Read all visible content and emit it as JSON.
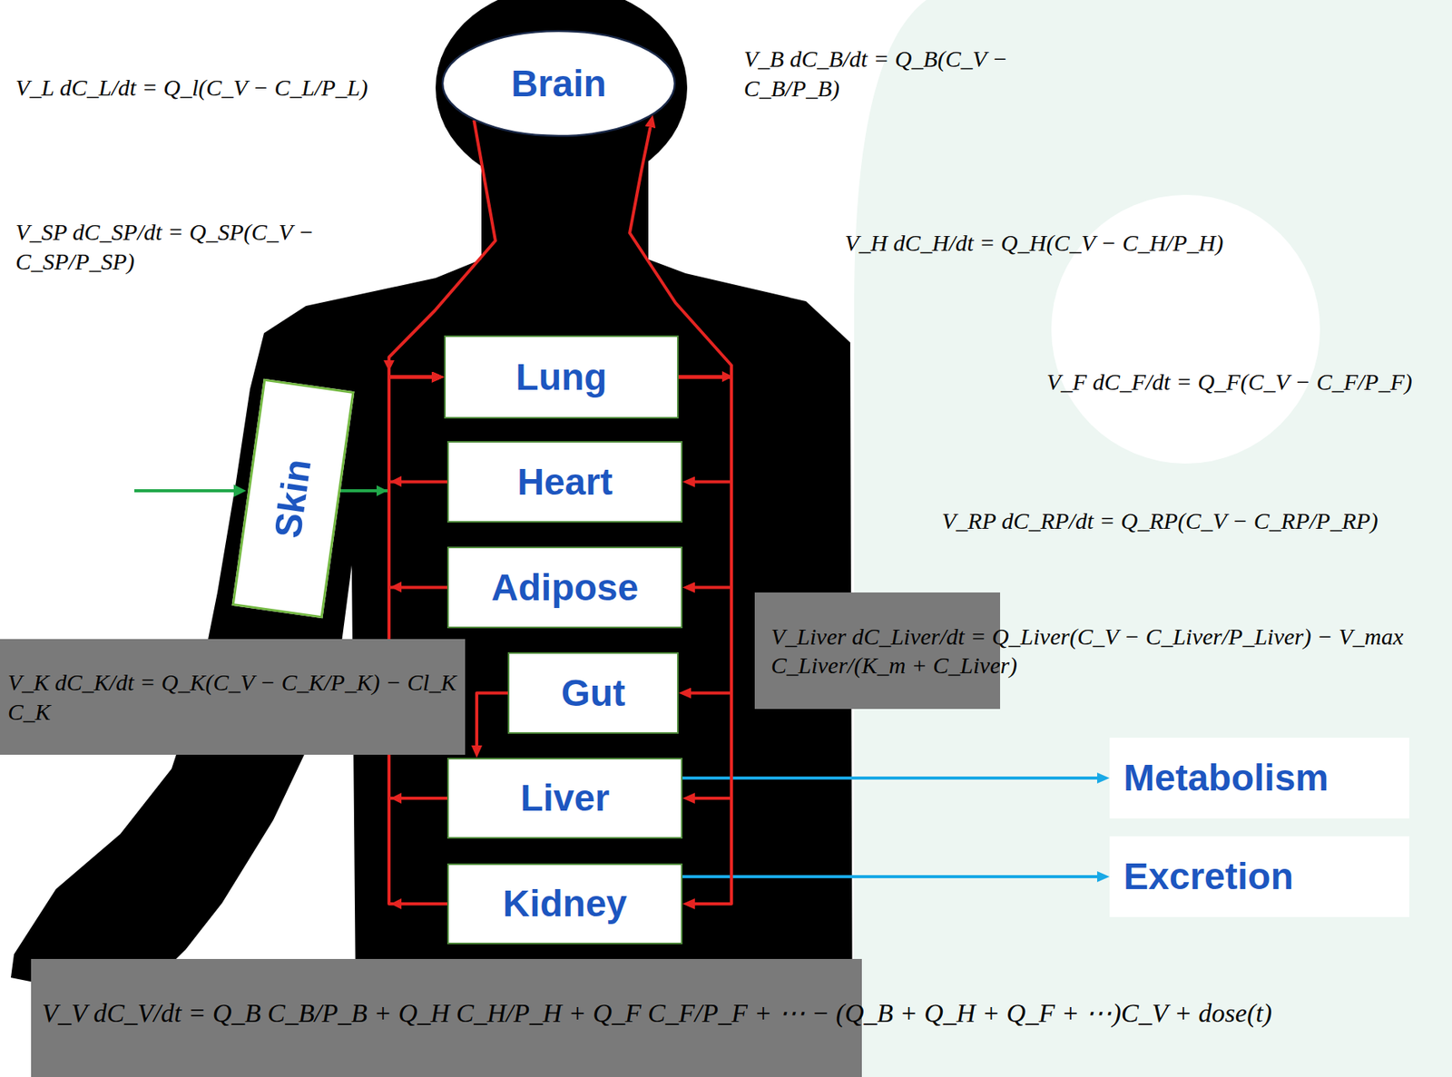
{
  "diagram": {
    "nodes": [
      {
        "text": [
          "Brain"
        ]
      },
      {
        "text": [
          "Lung"
        ]
      },
      {
        "text": [
          "Heart"
        ]
      },
      {
        "text": [
          "Skin"
        ]
      },
      {
        "text": [
          "Adipose"
        ]
      },
      {
        "text": [
          "Gut"
        ]
      },
      {
        "text": [
          "Liver"
        ]
      },
      {
        "text": [
          "Metabolism"
        ]
      },
      {
        "text": [
          "Kidney"
        ]
      },
      {
        "text": [
          "Excretion"
        ]
      }
    ],
    "edges": [
      {
        "from": 1,
        "to": 0,
        "arrow": "to"
      },
      {
        "from": 0,
        "to": 1,
        "arrow": "to"
      },
      {
        "from": 1,
        "to": 2,
        "arrow": "to"
      },
      {
        "from": 2,
        "to": 1,
        "arrow": "to"
      },
      {
        "from": 3,
        "to": 1,
        "arrow": "to"
      },
      {
        "from": 1,
        "to": 4,
        "arrow": "to"
      },
      {
        "from": 4,
        "to": 1,
        "arrow": "to"
      },
      {
        "from": 1,
        "to": 5,
        "arrow": "to"
      },
      {
        "from": 5,
        "to": 6,
        "arrow": "to"
      },
      {
        "from": 1,
        "to": 6,
        "arrow": "to"
      },
      {
        "from": 6,
        "to": 1,
        "arrow": "to"
      },
      {
        "from": 6,
        "to": 7,
        "arrow": "to"
      },
      {
        "from": 1,
        "to": 8,
        "arrow": "to"
      },
      {
        "from": 8,
        "to": 1,
        "arrow": "to"
      },
      {
        "from": 8,
        "to": 9,
        "arrow": "to"
      }
    ],
    "labels": [
      "V_L dC_L/dt = Q_l(C_V − C_L/P_L)",
      "V_B dC_B/dt = Q_B(C_V − C_B/P_B)",
      "V_SP dC_SP/dt = Q_SP(C_V − C_SP/P_SP)",
      "V_H dC_H/dt = Q_H(C_V − C_H/P_H)",
      "V_F dC_F/dt = Q_F(C_V − C_F/P_F)",
      "V_RP dC_RP/dt = Q_RP(C_V − C_RP/P_RP)",
      "V_Liver dC_Liver/dt = Q_Liver(C_V − C_Liver/P_Liver) − V_max C_Liver/(K_m + C_Liver)",
      "V_K dC_K/dt = Q_K(C_V − C_K/P_K) − Cl_K C_K",
      "V_V dC_V/dt = Q_B C_B/P_B + Q_H C_H/P_H + Q_F C_F/P_F + ⋯ − (Q_B + Q_H + Q_F + ⋯)C_V + dose(t)"
    ]
  }
}
